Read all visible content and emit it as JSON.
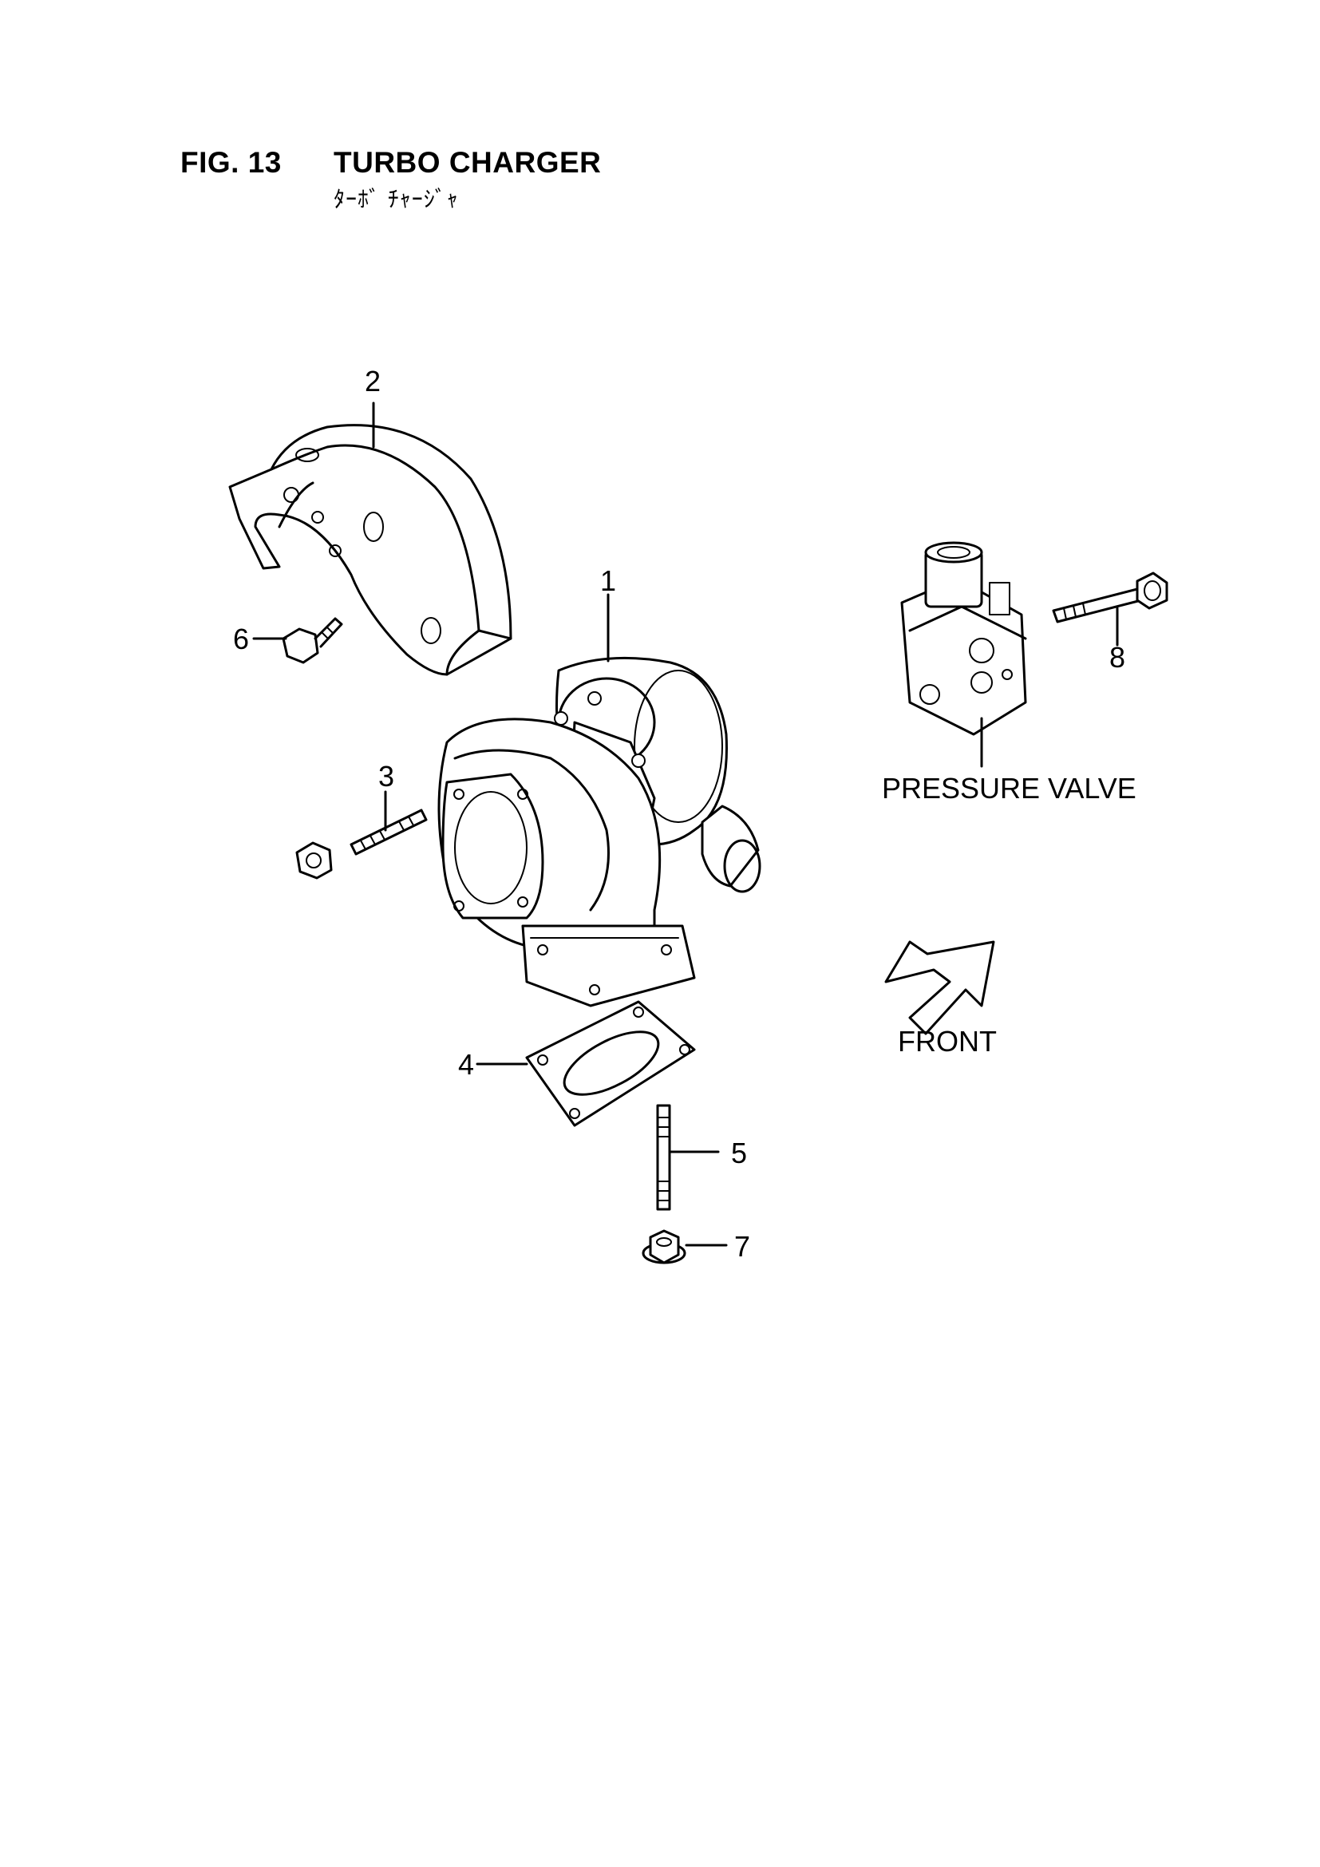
{
  "header": {
    "figure_number": "FIG. 13",
    "title": "TURBO CHARGER",
    "subtitle": "ﾀｰﾎﾞ ﾁｬｰｼﾞｬ"
  },
  "callouts": [
    {
      "id": "1",
      "label": "1"
    },
    {
      "id": "2",
      "label": "2"
    },
    {
      "id": "3",
      "label": "3"
    },
    {
      "id": "4",
      "label": "4"
    },
    {
      "id": "5",
      "label": "5"
    },
    {
      "id": "6",
      "label": "6"
    },
    {
      "id": "7",
      "label": "7"
    },
    {
      "id": "8",
      "label": "8"
    }
  ],
  "labels": {
    "pressure_valve": "PRESSURE VALVE",
    "front": "FRONT"
  }
}
